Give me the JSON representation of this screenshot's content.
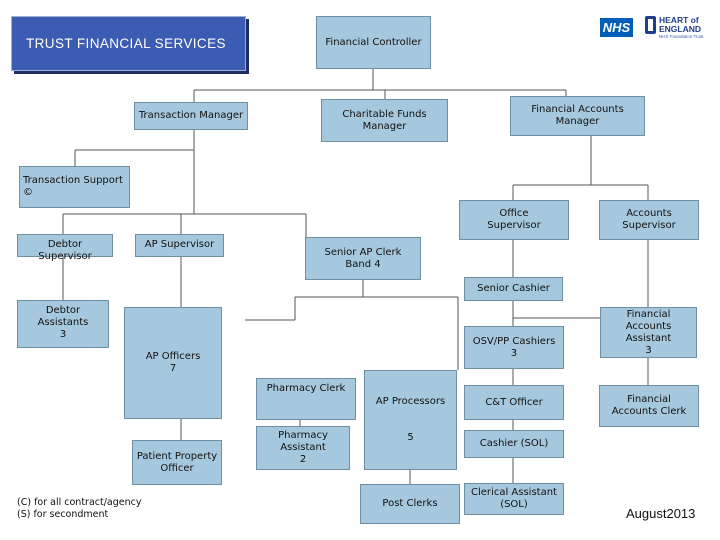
{
  "header": {
    "title": "TRUST  FINANCIAL SERVICES",
    "logos": {
      "nhs": "NHS",
      "trust_line1": "HEART of",
      "trust_line2": "ENGLAND",
      "trust_line3": "NHS Foundation Trust"
    }
  },
  "chart": {
    "financial_controller": "Financial  Controller",
    "transaction_manager": "Transaction Manager",
    "charitable_funds_manager": "Charitable Funds\nManager",
    "financial_accounts_manager": "Financial Accounts\nManager",
    "transaction_support": "Transaction Support ©",
    "office_supervisor": "Office\nSupervisor",
    "accounts_supervisor": "Accounts\nSupervisor",
    "debtor_supervisor": "Debtor Supervisor",
    "ap_supervisor": "AP Supervisor",
    "senior_ap_clerk": "Senior AP Clerk\nBand 4",
    "senior_cashier": "Senior Cashier",
    "debtor_assistants": "Debtor Assistants\n3",
    "ap_officers": "AP Officers\n7",
    "osv_pp_cashiers": "OSV/PP Cashiers\n3",
    "financial_accounts_assistant": "Financial Accounts\nAssistant\n3",
    "pharmacy_clerk": "Pharmacy Clerk",
    "ap_processors": "AP Processors\n\n\n5",
    "ct_officer": "C&T Officer",
    "financial_accounts_clerk": "Financial\nAccounts Clerk",
    "patient_property_officer": "Patient Property\nOfficer",
    "pharmacy_assistant": "Pharmacy\nAssistant\n2",
    "cashier_sol": "Cashier (SOL)",
    "clerical_assistant_sol": "Clerical Assistant\n(SOL)",
    "post_clerks": "Post Clerks"
  },
  "footer": {
    "note": "(C) for all contract/agency\n(S) for secondment",
    "date": "August2013"
  },
  "colors": {
    "box_fill": "#a6c8de",
    "box_border": "#6f8fa3",
    "title_fill": "#3b5cb2",
    "connector": "#555555"
  }
}
